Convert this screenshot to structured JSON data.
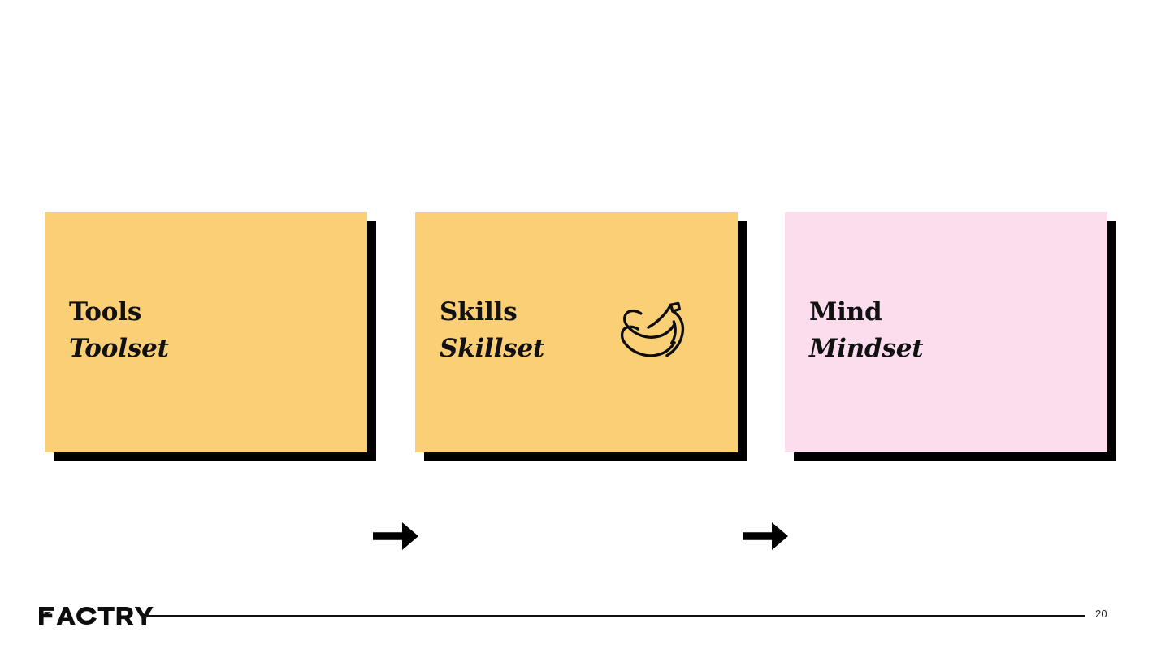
{
  "slide": {
    "background_color": "#ffffff",
    "accent_amber": "#fbcf76",
    "accent_pink": "#fcddee",
    "ink": "#000000"
  },
  "cards": [
    {
      "primary": "Tools",
      "secondary": "Toolset",
      "fill": "#fbcf76",
      "icon": null
    },
    {
      "primary": "Skills",
      "secondary": "Skillset",
      "fill": "#fbcf76",
      "icon": "banana-bunch-icon"
    },
    {
      "primary": "Mind",
      "secondary": "Mindset",
      "fill": "#fcddee",
      "icon": null
    }
  ],
  "arrows": [
    {
      "name": "arrow-tools-to-skills",
      "direction": "right"
    },
    {
      "name": "arrow-skills-to-mind",
      "direction": "right"
    }
  ],
  "footer": {
    "brand": "FACTRY",
    "page_number": "20"
  }
}
